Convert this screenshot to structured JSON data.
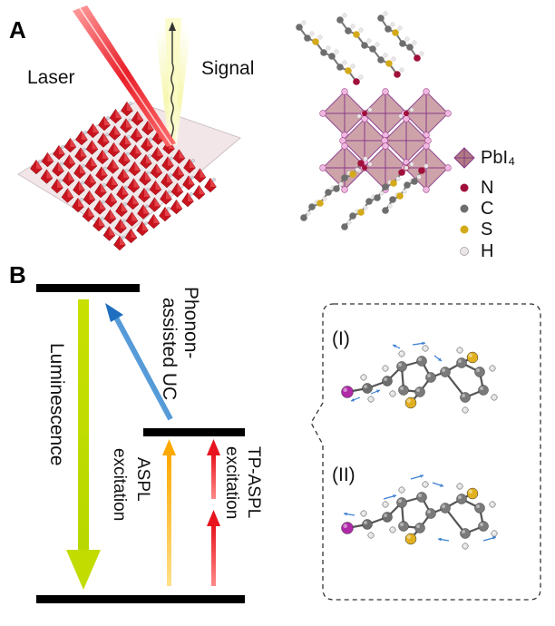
{
  "panel_a": {
    "letter": "A",
    "laser_label": "Laser",
    "signal_label": "Signal",
    "legend": [
      {
        "label": "PbI₄",
        "kind": "octahedron",
        "color": "#b07a82"
      },
      {
        "label": "N",
        "kind": "atom",
        "color": "#a0103a"
      },
      {
        "label": "C",
        "kind": "atom",
        "color": "#6e6e6e"
      },
      {
        "label": "S",
        "kind": "atom",
        "color": "#d4aa1a"
      },
      {
        "label": "H",
        "kind": "atom",
        "color": "#ebe6e8"
      }
    ]
  },
  "panel_b": {
    "letter": "B",
    "luminescence_label": "Luminescence",
    "phonon_label_line1": "Phonon-",
    "phonon_label_line2": "assisted UC",
    "aspl_line1": "ASPL",
    "aspl_line2": "excitation",
    "tpaspl_line1": "TP-ASPL",
    "tpaspl_line2": "excitation",
    "mode_1_label": "(I)",
    "mode_2_label": "(II)"
  },
  "colors": {
    "luminescence_arrow": "#c8e000",
    "phonon_arrow": "#1e7fd0",
    "aspl_arrow": "#ffb400",
    "tpaspl_arrow": "#e8141e",
    "laser_beam": "#e8141e",
    "signal_beam": "#f0f08a",
    "perovskite": "#c8141e"
  }
}
